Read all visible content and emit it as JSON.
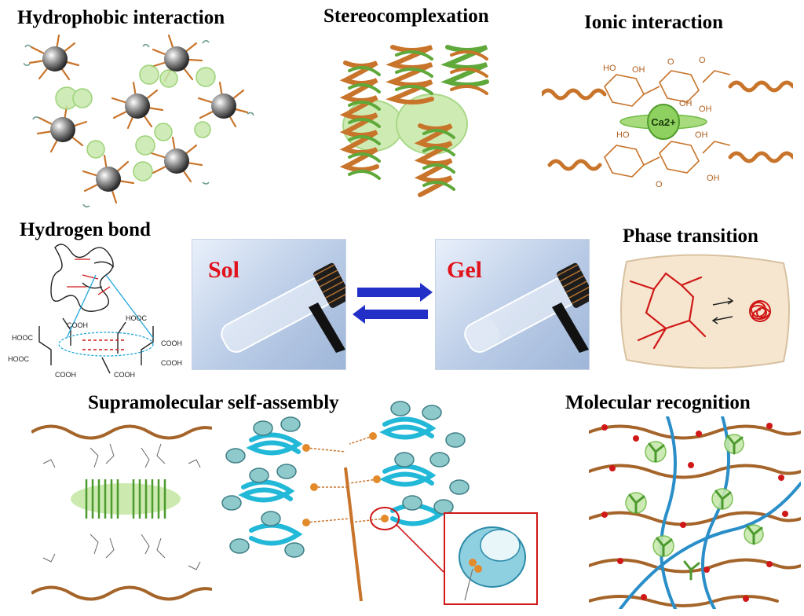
{
  "panels": {
    "hydrophobic": {
      "title": "Hydrophobic interaction"
    },
    "stereocomplex": {
      "title": "Stereocomplexation"
    },
    "ionic": {
      "title": "Ionic interaction",
      "ion_label": "Ca2+"
    },
    "hydrogen": {
      "title": "Hydrogen bond",
      "groups": [
        "COOH",
        "HOOC",
        "COOH",
        "HOOC",
        "COOH",
        "HOOC",
        "COOH",
        "COOH"
      ]
    },
    "phase": {
      "title": "Phase transition"
    },
    "supramolecular": {
      "title": "Supramolecular self-assembly"
    },
    "recognition": {
      "title": "Molecular recognition"
    }
  },
  "center": {
    "sol_label": "Sol",
    "gel_label": "Gel"
  },
  "colors": {
    "polymer_orange": "#c8742a",
    "green_halo": "#9fd47a",
    "red": "#d01818",
    "blue_arrow": "#2330c8",
    "cyan": "#22b8d8",
    "label_red": "#e1121b"
  }
}
